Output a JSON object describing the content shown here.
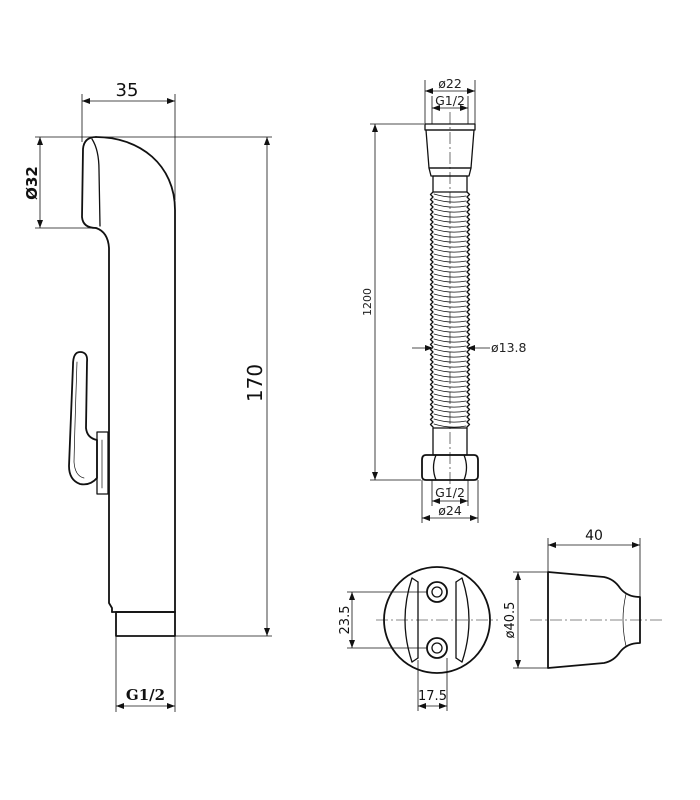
{
  "colors": {
    "line": "#111111",
    "background": "#ffffff"
  },
  "sprayer": {
    "width_label": "35",
    "head_diameter_label": "Ø32",
    "length_label": "170",
    "thread_label": "G1/2"
  },
  "hose": {
    "top_nut_diameter_label": "ø22",
    "top_thread_label": "G1/2",
    "length_label": "1200",
    "hose_diameter_label": "ø13.8",
    "bottom_thread_label": "G1/2",
    "bottom_nut_diameter_label": "ø24"
  },
  "holder": {
    "hole_spacing_label": "23.5",
    "slot_width_label": "17.5",
    "depth_label": "40",
    "diameter_label": "ø40.5"
  }
}
